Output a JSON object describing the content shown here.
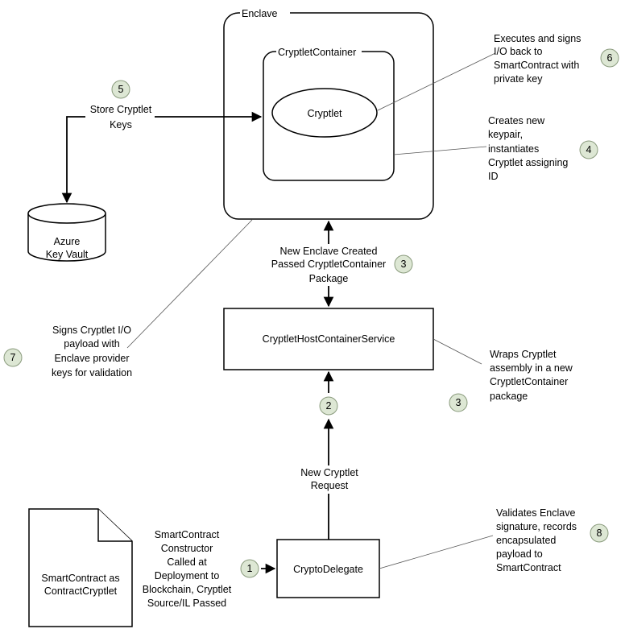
{
  "nodes": {
    "enclave": "Enclave",
    "cryptlet_container": "CryptletContainer",
    "cryptlet": "Cryptlet",
    "key_vault": [
      "Azure",
      "Key Vault"
    ],
    "host_service": "CryptletHostContainerService",
    "crypto_delegate": "CryptoDelegate",
    "smart_contract": [
      "SmartContract as",
      "ContractCryptlet"
    ]
  },
  "labels": {
    "store_keys": [
      "Store Cryptlet",
      "Keys"
    ],
    "new_enclave": [
      "New Enclave Created",
      "Passed CryptletContainer",
      "Package"
    ],
    "new_request": [
      "New Cryptlet",
      "Request"
    ],
    "constructor": [
      "SmartContract",
      "Constructor",
      "Called at",
      "Deployment to",
      "Blockchain, Cryptlet",
      "Source/IL Passed"
    ]
  },
  "annotations": {
    "executes": [
      "Executes and signs",
      "I/O back to",
      "SmartContract with",
      "private key"
    ],
    "creates": [
      "Creates new",
      "keypair,",
      "instantiates",
      "Cryptlet assigning",
      "ID"
    ],
    "signs": [
      "Signs Cryptlet I/O",
      "payload with",
      "Enclave provider",
      "keys for validation"
    ],
    "wraps": [
      "Wraps Cryptlet",
      "assembly in a new",
      "CryptletContainer",
      "package"
    ],
    "validates": [
      "Validates Enclave",
      "signature, records",
      "encapsulated",
      "payload to",
      "SmartContract"
    ]
  },
  "badges": {
    "store": "5",
    "executes": "6",
    "creates": "4",
    "new_enclave": "3",
    "signs": "7",
    "request": "2",
    "wraps": "3",
    "constructor": "1",
    "validates": "8"
  },
  "colors": {
    "badge_fill": "#dde7d4",
    "badge_stroke": "#8a9b7d"
  }
}
